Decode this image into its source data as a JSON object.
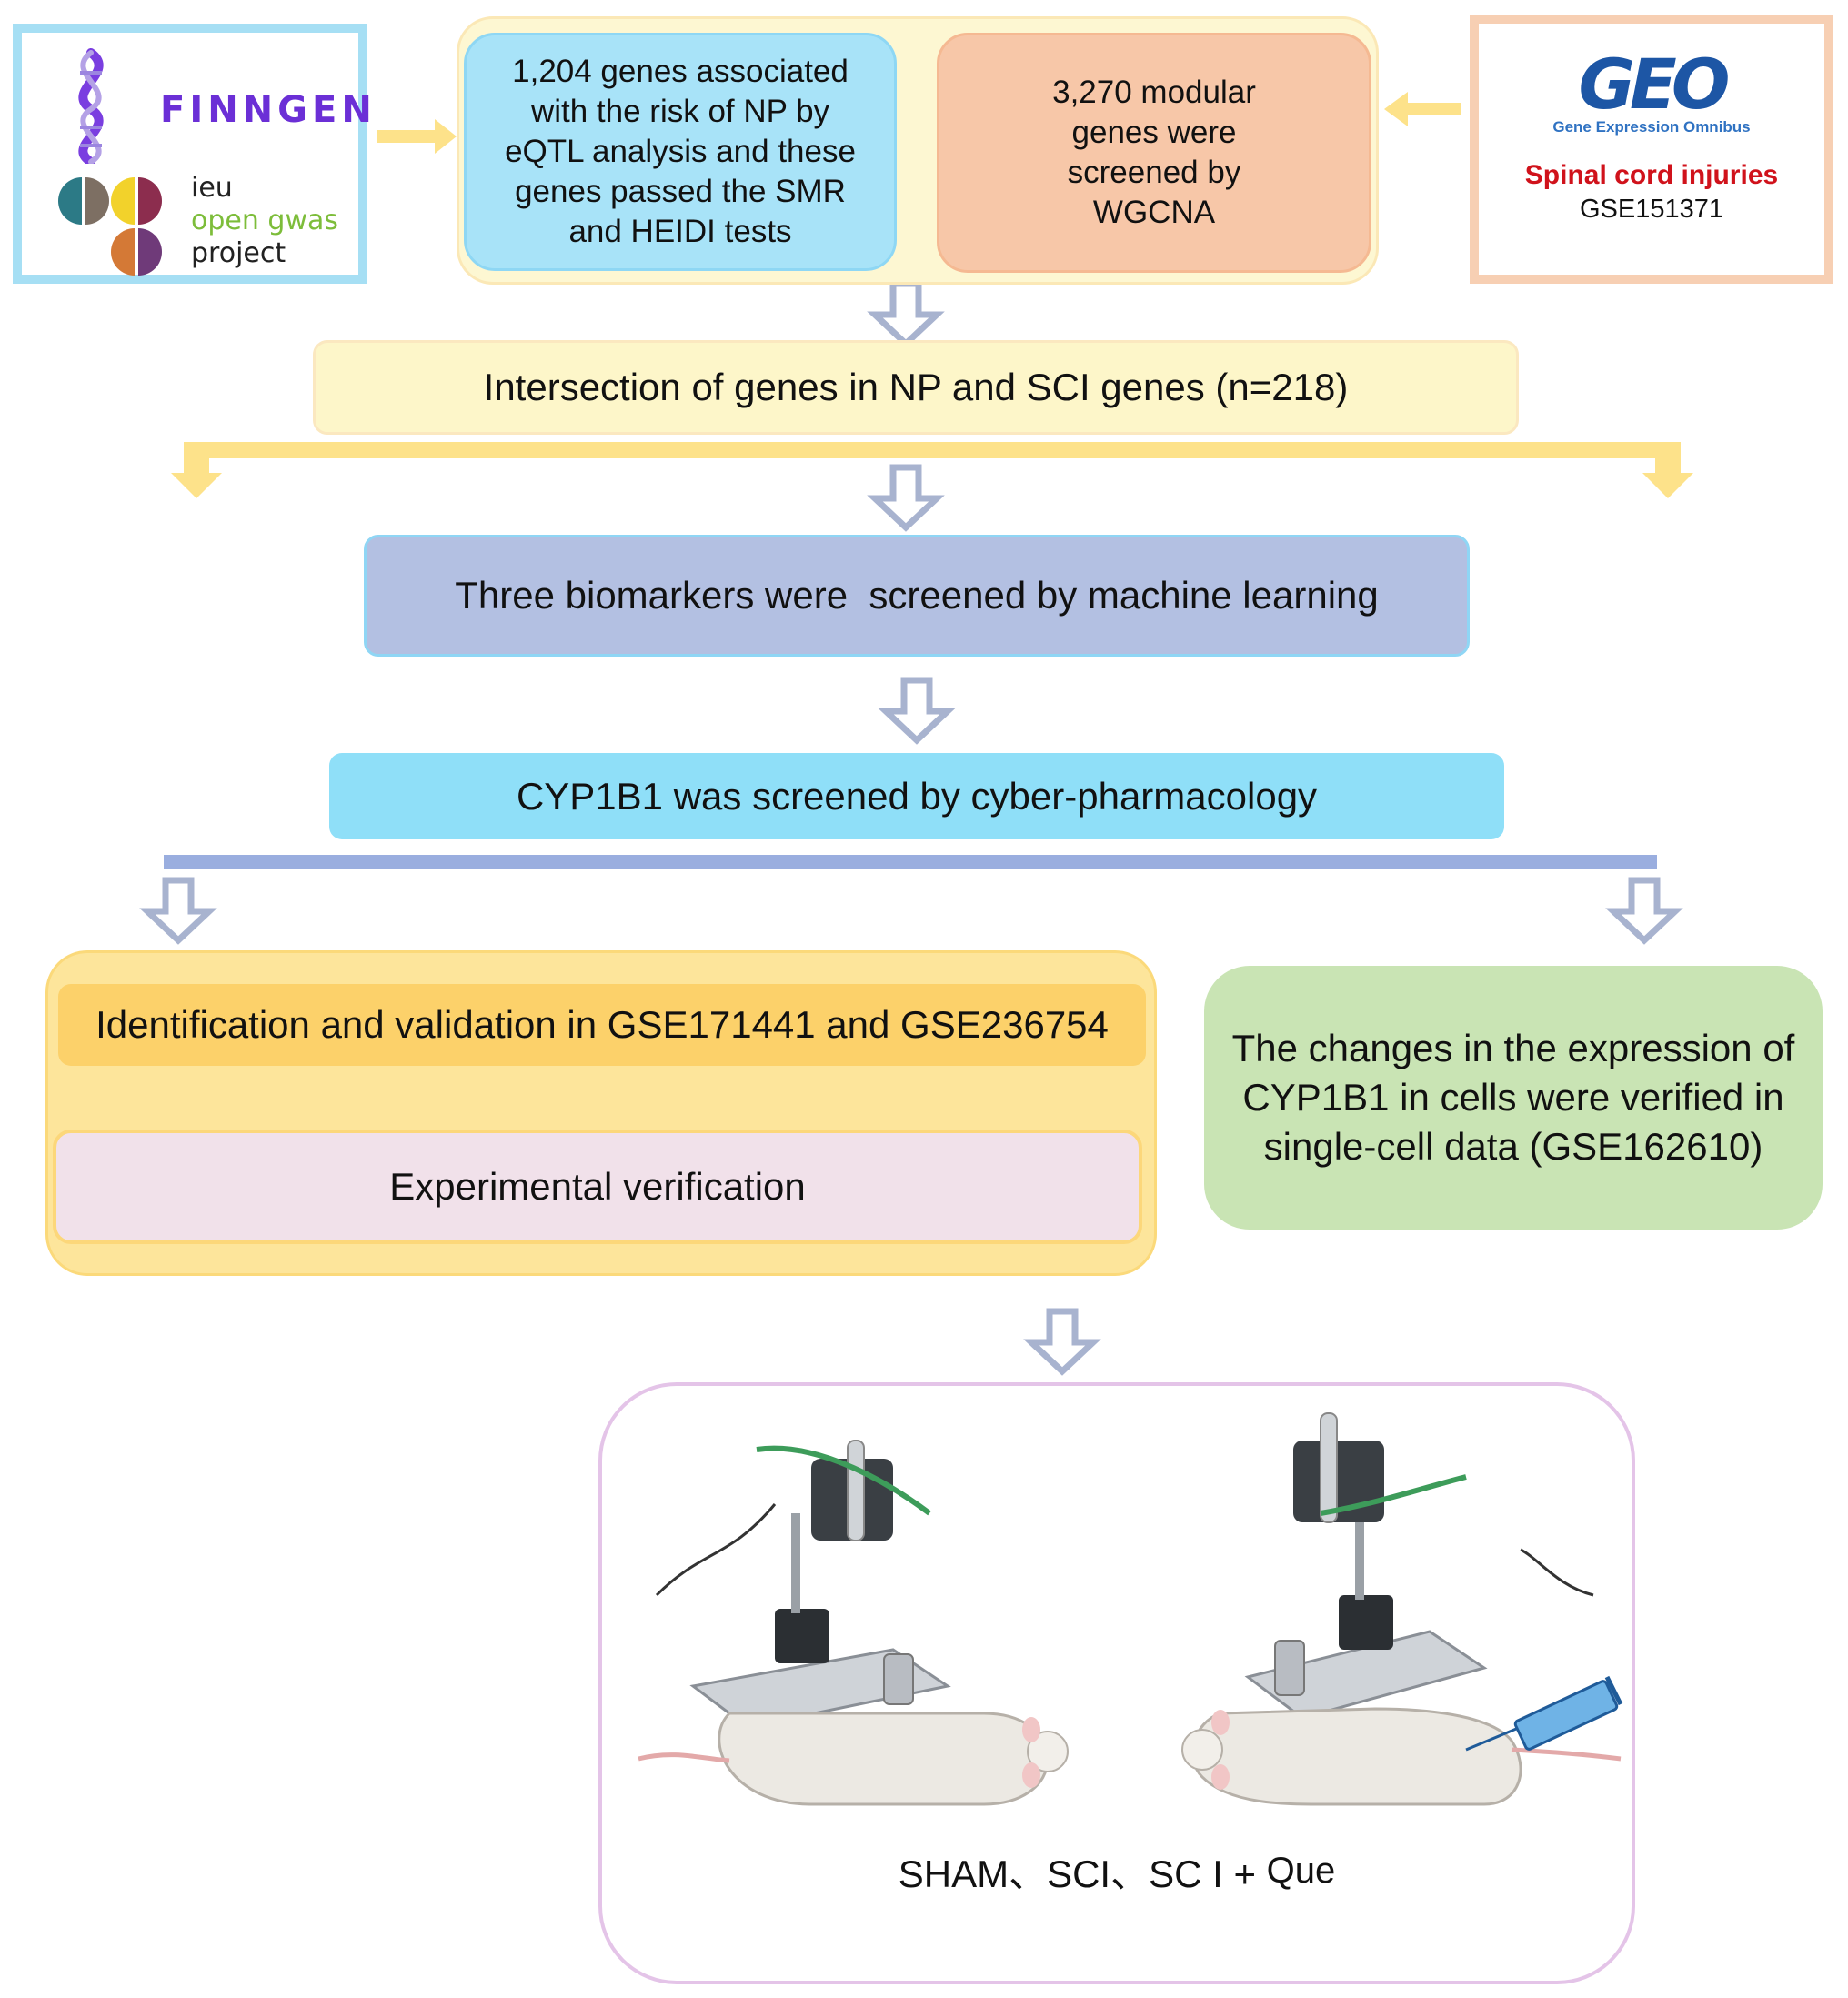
{
  "sources": {
    "left": {
      "logo1_text": "FINNGEN",
      "logo2_lines": [
        "ieu",
        "open gwas",
        "project"
      ]
    },
    "right": {
      "logo_text": "GEO",
      "logo_subtitle": "Gene Expression Omnibus",
      "dataset_title": "Spinal cord injuries",
      "dataset_id": "GSE151371"
    }
  },
  "steps": {
    "eqtl_lines": [
      "1,204 genes associated",
      "with the risk of NP by",
      "eQTL analysis and these",
      "genes passed the SMR",
      "and HEIDI tests"
    ],
    "wgcna_lines": [
      "3,270 modular",
      "genes were",
      "screened by",
      "WGCNA"
    ],
    "intersection": "Intersection of genes in NP and SCI genes (n=218)",
    "machine_learning": "Three biomarkers were  screened by machine learning",
    "cyber_pharmacology": "CYP1B1 was screened by cyber-pharmacology",
    "validation": "Identification and validation in GSE171441 and GSE236754",
    "experimental": "Experimental verification",
    "single_cell_lines": [
      "The changes in the expression of",
      "CYP1B1 in cells were verified in",
      "single-cell data (GSE162610)"
    ]
  },
  "animal_panel": {
    "groups_main": "SHAM、SCI、SC I + ",
    "groups_suffix": "Que"
  },
  "colors": {
    "arrow_yellow": "#fde28a",
    "arrow_grey": "#a8b3cf",
    "bar_blue": "#9aaedf"
  }
}
